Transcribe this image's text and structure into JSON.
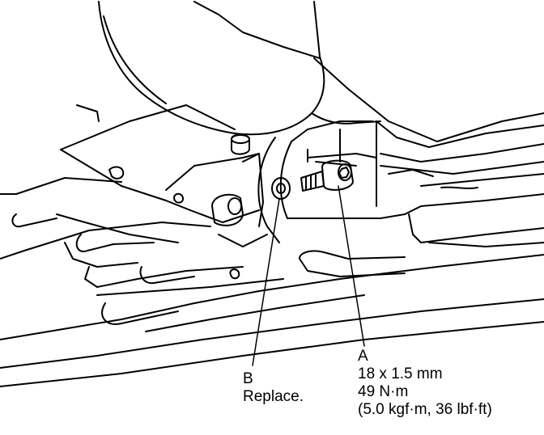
{
  "diagram": {
    "colors": {
      "ink": "#000000",
      "paper": "#ffffff"
    },
    "callout_a": {
      "letter": "A",
      "size": "18 x 1.5 mm",
      "torque_nm": "49 N·m",
      "torque_alt": "(5.0 kgf·m, 36 lbf·ft)"
    },
    "callout_b": {
      "letter": "B",
      "note": "Replace."
    }
  }
}
